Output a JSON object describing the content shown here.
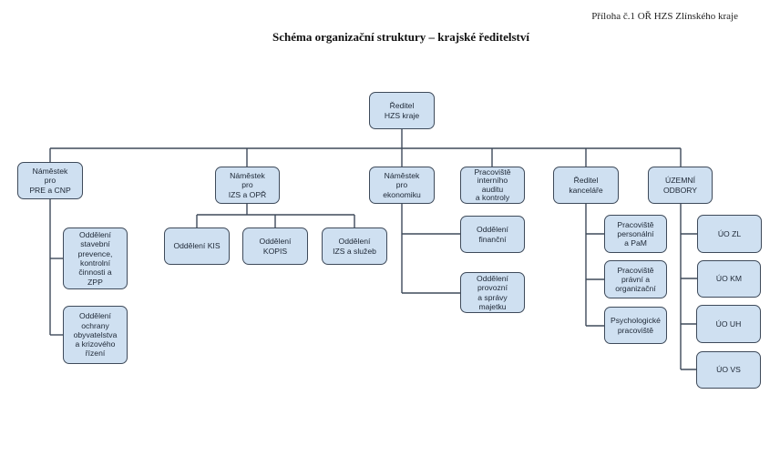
{
  "header": {
    "annex": "Příloha č.1 OŘ HZS Zlínského kraje",
    "title": "Schéma organizační struktury – krajské ředitelství"
  },
  "org": {
    "director": "Ředitel\nHZS kraje",
    "deputy_pre": "Náměstek\npro\nPRE a CNP",
    "pre_children": [
      "Oddělení\nstavební\nprevence,\nkontrolní\nčinnosti a\nZPP",
      "Oddělení\nochrany\nobyvatelstva\na krizového\nřízení"
    ],
    "deputy_izs": "Náměstek\npro\nIZS a OPŘ",
    "izs_children": [
      "Oddělení KIS",
      "Oddělení\nKOPIS",
      "Oddělení\nIZS a služeb"
    ],
    "deputy_econ": "Náměstek\npro\nekonomiku",
    "econ_children": [
      "Oddělení\nfinanční",
      "Oddělení\nprovozní\na správy\nmajetku"
    ],
    "audit": "Pracoviště\ninterního\nauditu\na kontroly",
    "office_director": "Ředitel\nkanceláře",
    "office_children": [
      "Pracoviště\npersonální\na PaM",
      "Pracoviště\nprávní a\norganizační",
      "Psychologické\npracoviště"
    ],
    "territorial": "ÚZEMNÍ\nODBORY",
    "territorial_children": [
      "ÚO ZL",
      "ÚO KM",
      "ÚO UH",
      "ÚO VS"
    ]
  },
  "colors": {
    "box_fill": "#cfe0f1",
    "box_border": "#3e4a5a",
    "line": "#3e4a5a"
  }
}
